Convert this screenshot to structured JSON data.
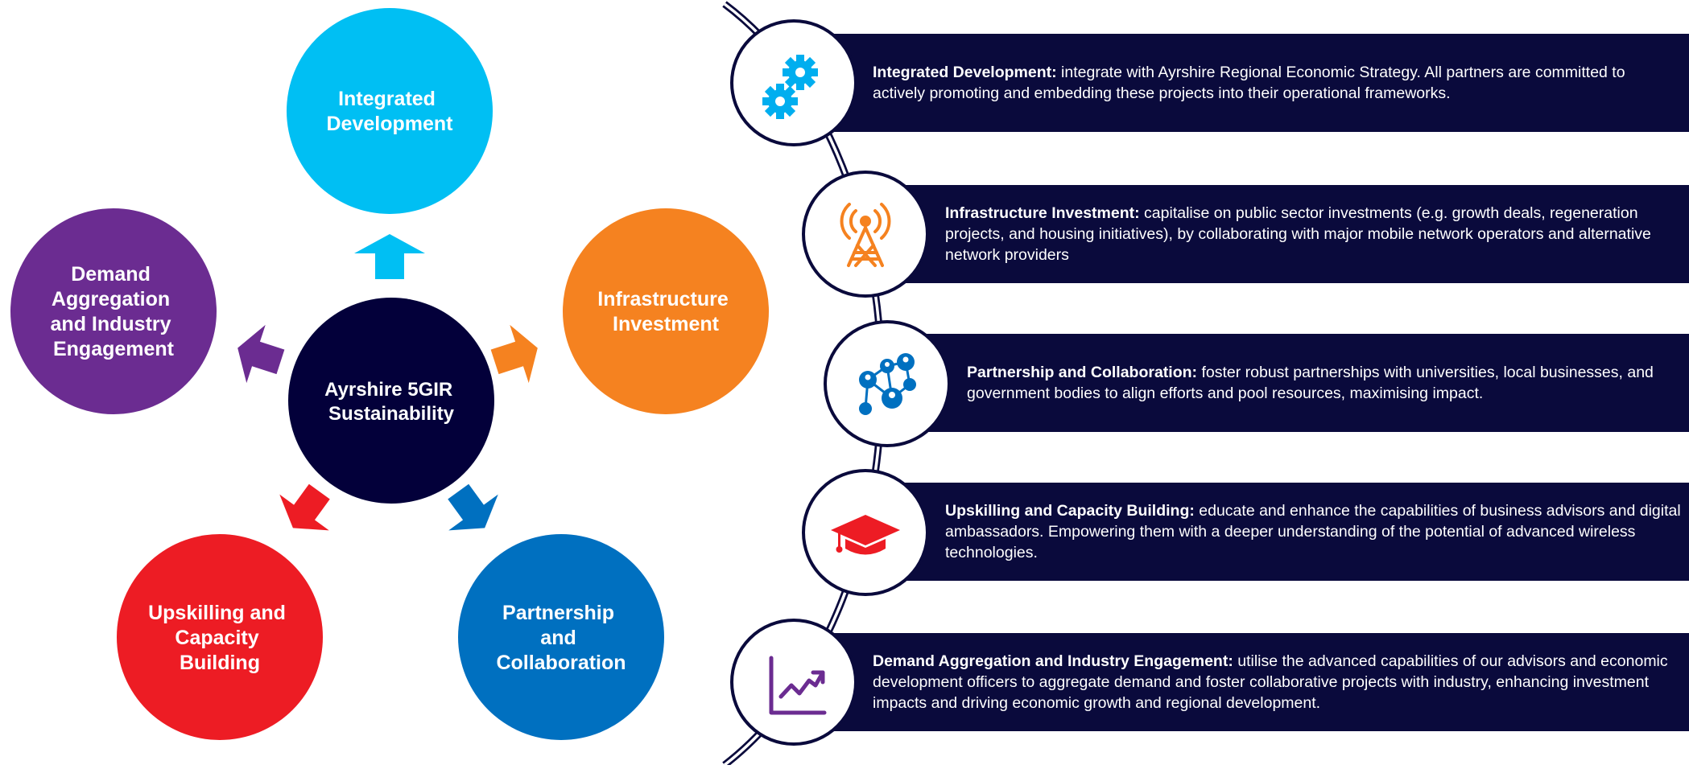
{
  "center": {
    "line1": "Ayrshire 5GIR",
    "line2": "Sustainability"
  },
  "pillars": {
    "integrated": {
      "lines": [
        "Integrated",
        "Development"
      ],
      "color": "#00BFF3"
    },
    "infrastructure": {
      "lines": [
        "Infrastructure",
        "Investment"
      ],
      "color": "#F58220"
    },
    "partnership": {
      "lines": [
        "Partnership",
        "and",
        "Collaboration"
      ],
      "color": "#0070C0"
    },
    "upskilling": {
      "lines": [
        "Upskilling and",
        "Capacity",
        "Building"
      ],
      "color": "#ED1C24"
    },
    "demand": {
      "lines": [
        "Demand",
        "Aggregation",
        "and Industry",
        "Engagement"
      ],
      "color": "#6B2C91"
    }
  },
  "center_color": "#03003A",
  "panel_color": "#0A0A3C",
  "details": [
    {
      "title": "Integrated Development:",
      "text": " integrate with Ayrshire Regional Economic Strategy. All partners are committed to actively promoting and embedding these projects into their operational frameworks.",
      "icon": "gears-icon"
    },
    {
      "title": "Infrastructure Investment:",
      "text": " capitalise on public sector investments (e.g. growth deals, regeneration projects, and housing initiatives), by collaborating with major mobile network operators and alternative network providers",
      "icon": "cell-tower-icon"
    },
    {
      "title": "Partnership and Collaboration:",
      "text": " foster robust partnerships with universities, local businesses, and government bodies to align efforts and pool resources, maximising  impact.",
      "icon": "network-people-icon"
    },
    {
      "title": "Upskilling and Capacity Building:",
      "text": " educate and enhance the capabilities of business advisors and digital ambassadors. Empowering them with a deeper understanding of the potential of advanced wireless technologies.",
      "icon": "graduation-cap-icon"
    },
    {
      "title": "Demand Aggregation and Industry Engagement:",
      "text": " utilise the advanced capabilities of our advisors and economic development officers to aggregate demand and foster collaborative projects with industry, enhancing investment impacts and driving economic growth and regional development.",
      "icon": "growth-chart-icon"
    }
  ]
}
